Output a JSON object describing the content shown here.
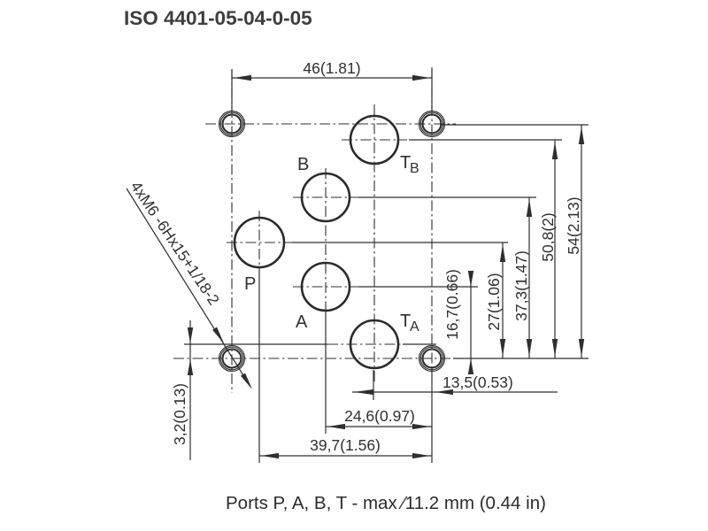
{
  "title": "ISO 4401-05-04-0-05",
  "caption": "Ports P, A, B, T - max ∕11.2 mm (0.44 in)",
  "thread_note": "4xM6 -6Hx15+1/18-2",
  "ports": {
    "b": "B",
    "p": "P",
    "a": "A",
    "tb_main": "T",
    "tb_sub": "B",
    "ta_main": "T",
    "ta_sub": "A"
  },
  "dimensions": {
    "width_top": "46(1.81)",
    "right_a": "16,7(0.66)",
    "right_p": "27(1.06)",
    "right_b": "37,3(1.47)",
    "right_tb": "50,8(2)",
    "right_total": "54(2.13)",
    "bottom_ta": "13,5(0.53)",
    "bottom_a": "24,6(0.97)",
    "bottom_p": "39,7(1.56)",
    "left_ta": "3,2(0.13)"
  },
  "colors": {
    "line": "#2f2f2f",
    "text": "#2f2f2f",
    "title": "#3d3d3d"
  }
}
